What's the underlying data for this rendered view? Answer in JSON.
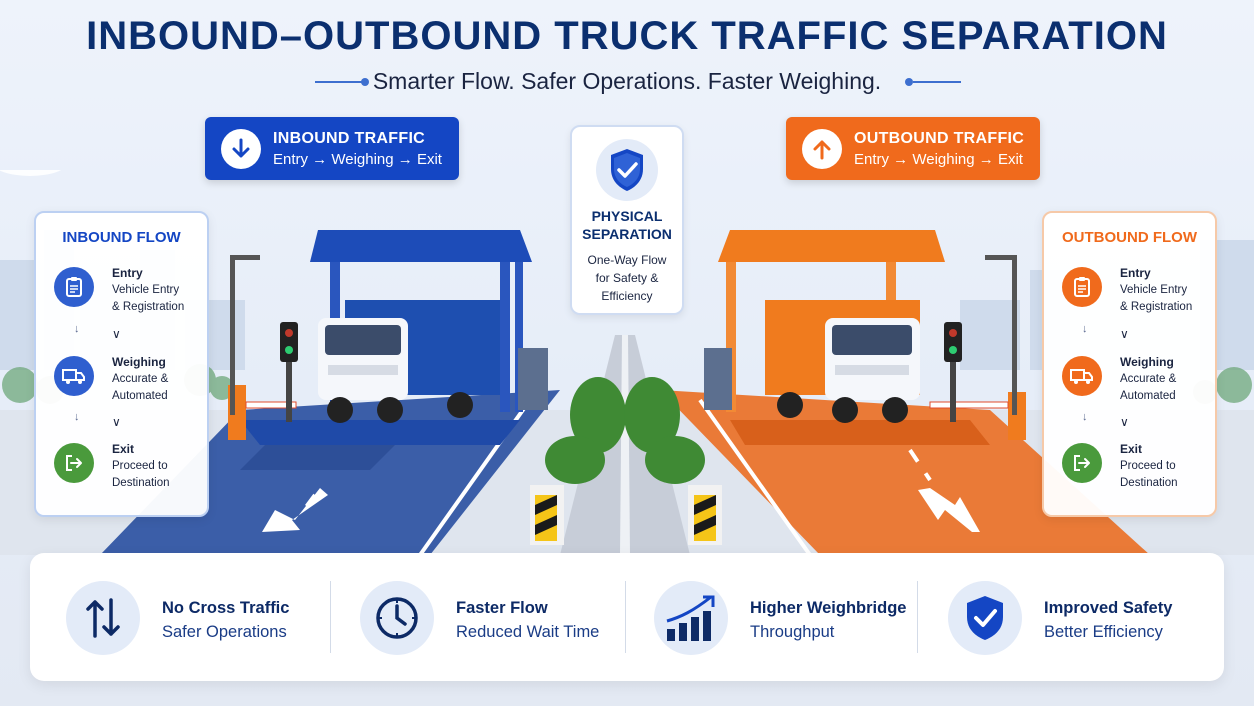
{
  "header": {
    "title": "INBOUND–OUTBOUND TRUCK TRAFFIC SEPARATION",
    "subtitle": "Smarter Flow. Safer Operations. Faster Weighing."
  },
  "inbound_label": {
    "title": "INBOUND TRAFFIC",
    "route": "Entry → Weighing → Exit",
    "icon": "arrow-down-icon"
  },
  "outbound_label": {
    "title": "OUTBOUND TRAFFIC",
    "route": "Entry → Weighing → Exit",
    "icon": "arrow-up-icon"
  },
  "separation": {
    "title_line1": "PHYSICAL",
    "title_line2": "SEPARATION",
    "desc_line1": "One-Way Flow",
    "desc_line2": "for Safety &",
    "desc_line3": "Efficiency",
    "icon": "shield-check-icon"
  },
  "inbound_flow": {
    "title": "INBOUND FLOW",
    "steps": [
      {
        "name": "Entry",
        "line1": "Vehicle Entry",
        "line2": "& Registration",
        "icon": "clipboard-icon"
      },
      {
        "name": "Weighing",
        "line1": "Accurate &",
        "line2": "Automated",
        "icon": "truck-icon"
      },
      {
        "name": "Exit",
        "line1": "Proceed to",
        "line2": "Destination",
        "icon": "exit-icon"
      }
    ]
  },
  "outbound_flow": {
    "title": "OUTBOUND FLOW",
    "steps": [
      {
        "name": "Entry",
        "line1": "Vehicle Entry",
        "line2": "& Registration",
        "icon": "clipboard-icon"
      },
      {
        "name": "Weighing",
        "line1": "Accurate &",
        "line2": "Automated",
        "icon": "truck-icon"
      },
      {
        "name": "Exit",
        "line1": "Proceed to",
        "line2": "Destination",
        "icon": "exit-icon"
      }
    ]
  },
  "benefits": [
    {
      "title": "No Cross Traffic",
      "sub": "Safer Operations",
      "icon": "two-way-arrows-icon"
    },
    {
      "title": "Faster Flow",
      "sub": "Reduced Wait Time",
      "icon": "clock-icon"
    },
    {
      "title": "Higher Weighbridge",
      "sub": "Throughput",
      "icon": "growth-chart-icon"
    },
    {
      "title": "Improved Safety",
      "sub": "Better Efficiency",
      "icon": "shield-check-icon"
    }
  ],
  "colors": {
    "inbound": "#1446c4",
    "outbound": "#f06a1c",
    "title": "#0b2f6f",
    "step_blue": "#2f5fcf",
    "step_orange": "#f06a1c",
    "step_green": "#4a9a3c"
  }
}
